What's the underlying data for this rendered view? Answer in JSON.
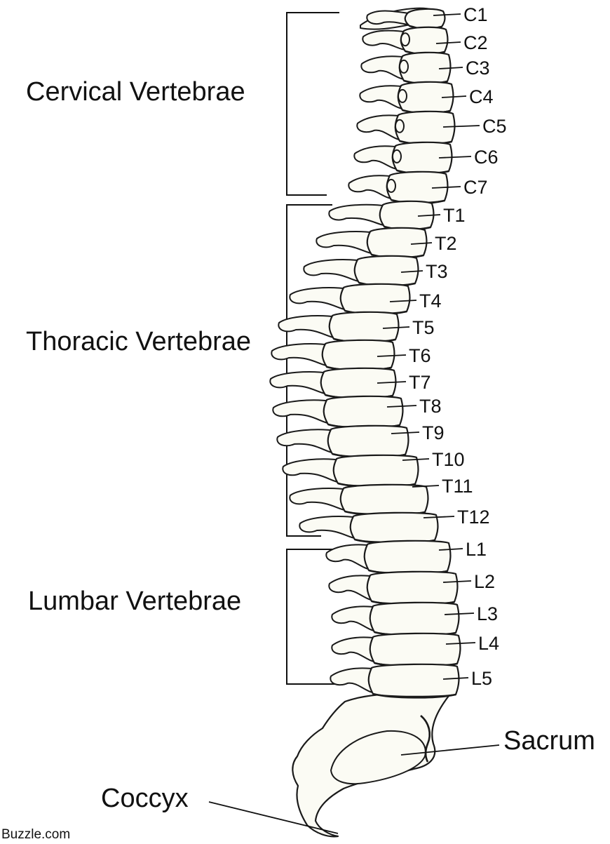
{
  "regions": {
    "cervical": "Cervical Vertebrae",
    "thoracic": "Thoracic Vertebrae",
    "lumbar": "Lumbar Vertebrae"
  },
  "vertebrae": [
    "C1",
    "C2",
    "C3",
    "C4",
    "C5",
    "C6",
    "C7",
    "T1",
    "T2",
    "T3",
    "T4",
    "T5",
    "T6",
    "T7",
    "T8",
    "T9",
    "T10",
    "T11",
    "T12",
    "L1",
    "L2",
    "L3",
    "L4",
    "L5"
  ],
  "sacrum": "Sacrum",
  "coccyx": "Coccyx",
  "credit": "Buzzle.com"
}
